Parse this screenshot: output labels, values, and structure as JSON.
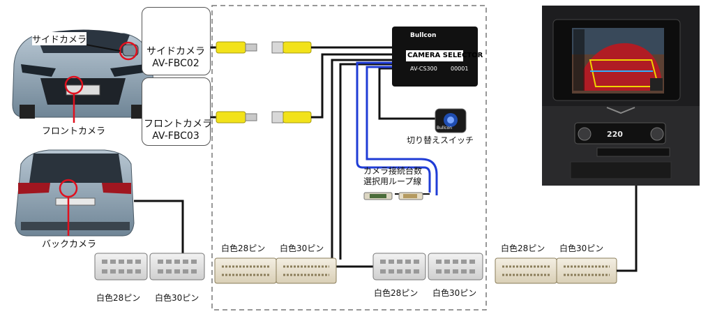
{
  "labels": {
    "side_camera_car": "サイドカメラ",
    "front_camera_car": "フロントカメラ",
    "back_camera_car": "バックカメラ",
    "side_camera_line1": "サイドカメラ",
    "side_camera_line2": "AV-FBC02",
    "front_camera_line1": "フロントカメラ",
    "front_camera_line2": "AV-FBC03",
    "selector_brand": "Bullcon",
    "selector_title": "CAMERA SELECTOR",
    "selector_model": "AV-CS300",
    "selector_serial": "00001",
    "switch_brand": "Bullcon",
    "switch_label": "切り替えスイッチ",
    "loop_line1": "カメラ接続台数",
    "loop_line2": "選択用ループ線",
    "pin28_a": "白色28ピン",
    "pin30_a": "白色30ピン",
    "pin28_b": "白色28ピン",
    "pin30_b": "白色30ピン",
    "pin28_c": "白色28ピン",
    "pin30_c": "白色30ピン",
    "pin28_d": "白色28ピン",
    "pin30_d": "白色30ピン",
    "screen_clock": "220"
  },
  "colors": {
    "rca_yellow": "#f2e21a",
    "loop_wire_blue": "#1f3cd6",
    "marker_red": "#e0101e",
    "car_body": "#8fa3b3",
    "selector_box": "#111111",
    "dashed_border": "#777777"
  }
}
